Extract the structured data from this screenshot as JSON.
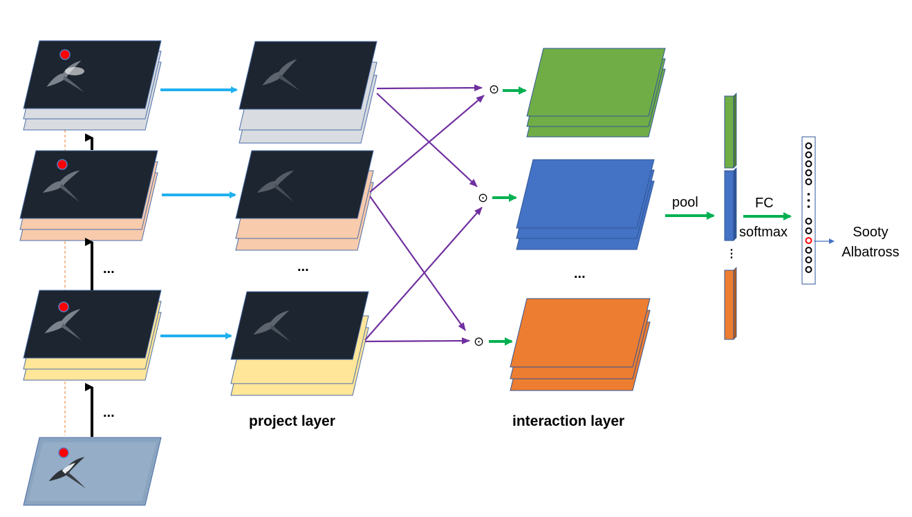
{
  "labels": {
    "project_layer": "project layer",
    "interaction_layer": "interaction layer",
    "pool": "pool",
    "fc": "FC",
    "softmax": "softmax",
    "output_line1": "Sooty",
    "output_line2": "Albatross",
    "ellipsis": "...",
    "hadamard": "⊙"
  },
  "colors": {
    "dark_map": "#1d2530",
    "backbone_stack_1": "#d9dce0",
    "backbone_stack_2": "#f8cbad",
    "backbone_stack_3": "#ffe699",
    "input_image": "#8aa4c0",
    "project_arrow": "#1fb0ef",
    "cross_arrow": "#7030a0",
    "green_arrow": "#00b050",
    "interaction_green": "#70ad47",
    "interaction_blue": "#4472c4",
    "interaction_orange": "#ed7d31",
    "interaction_border": "#2f5597",
    "highlight": "#ff0000"
  },
  "icons": {
    "bird": "bird-silhouette-icon",
    "highlight_dot": "red-dot-icon"
  }
}
